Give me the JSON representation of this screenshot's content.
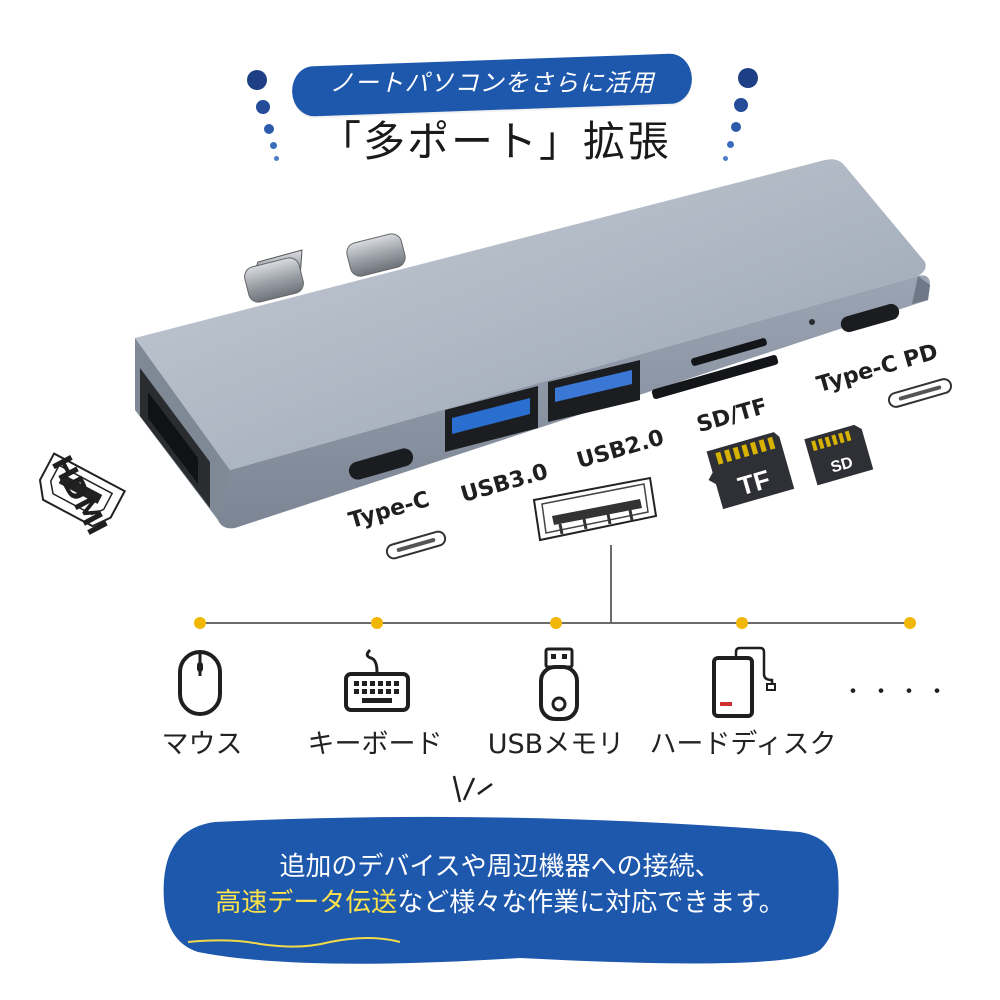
{
  "header": {
    "pill_text": "ノートパソコンをさらに活用",
    "headline": "「多ポート」拡張"
  },
  "ports": {
    "hdmi": "HDMI",
    "type_c": "Type-C",
    "usb30": "USB3.0",
    "usb20": "USB2.0",
    "sdtf": "SD/TF",
    "type_c_pd": "Type-C PD",
    "tf_card": "TF",
    "sd_card": "SD"
  },
  "devices": [
    {
      "label": "マウス",
      "icon": "mouse-icon"
    },
    {
      "label": "キーボード",
      "icon": "keyboard-icon"
    },
    {
      "label": "USBメモリ",
      "icon": "usb-stick-icon"
    },
    {
      "label": "ハードディスク",
      "icon": "hard-disk-icon"
    },
    {
      "label": "・・・・",
      "icon": "more-dots-icon"
    }
  ],
  "bottom": {
    "line1": "追加のデバイスや周辺機器への接続、",
    "line2_highlight": "高速データ伝送",
    "line2_rest": "など様々な作業に対応できます。"
  },
  "colors": {
    "brand_blue": "#1e58ad",
    "accent_yellow": "#f2b705",
    "highlight_yellow": "#fce24b",
    "usb3_blue": "#2a6fd0",
    "device_gray": "#a7b0bd"
  }
}
